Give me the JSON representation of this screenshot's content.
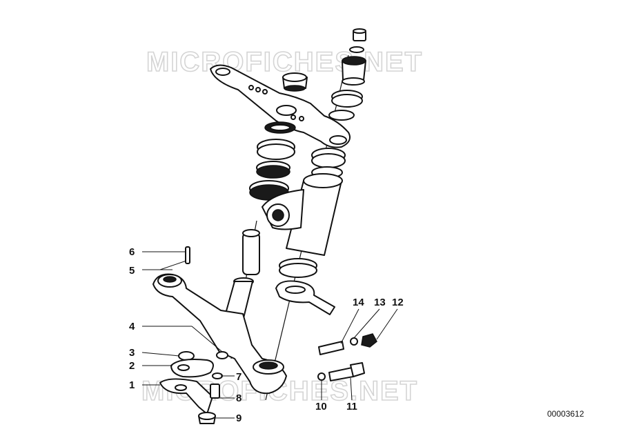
{
  "watermark": {
    "top": "MICROFICHES.NET",
    "bottom": "MICROFICHES.NET"
  },
  "document_number": "00003612",
  "callouts": {
    "c1": "1",
    "c2": "2",
    "c3": "3",
    "c4": "4",
    "c5": "5",
    "c6": "6",
    "c7": "7",
    "c8": "8",
    "c9": "9",
    "c10": "10",
    "c11": "11",
    "c12": "12",
    "c13": "13",
    "c14": "14"
  }
}
